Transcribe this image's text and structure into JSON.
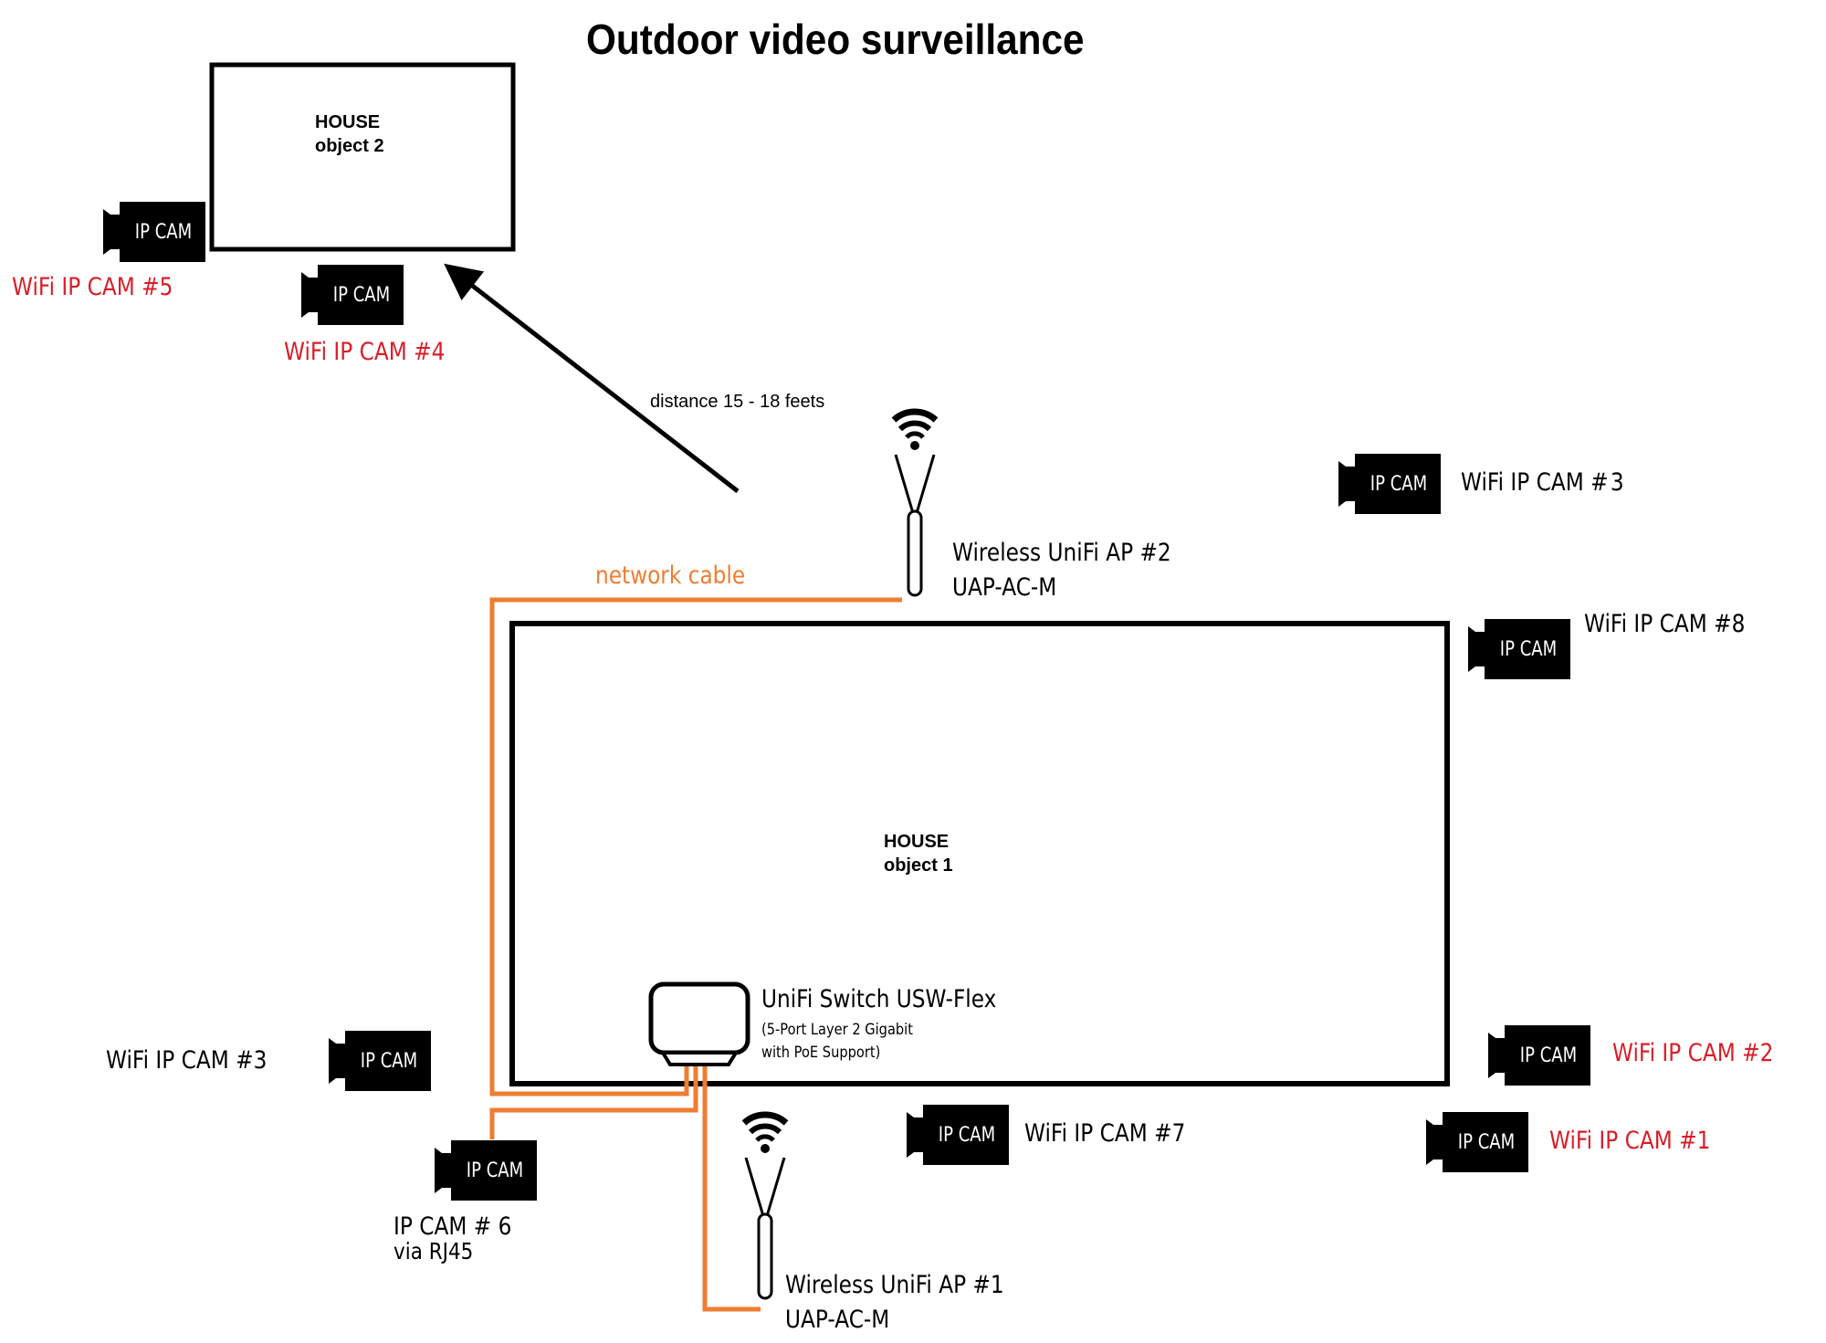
{
  "title": "Outdoor video surveillance",
  "colors": {
    "wifi_cam_label_red": "#d81e28",
    "network_cable_orange": "#ee7d31",
    "outline": "#000000"
  },
  "houses": [
    {
      "id": "house-object-2",
      "line1": "HOUSE",
      "line2": "object 2"
    },
    {
      "id": "house-object-1",
      "line1": "HOUSE",
      "line2": "object 1"
    }
  ],
  "camera_icon_text": "IP CAM",
  "cameras": [
    {
      "id": "cam5",
      "label": "WiFi IP CAM #5",
      "color": "red"
    },
    {
      "id": "cam4",
      "label": "WiFi IP CAM #4",
      "color": "red"
    },
    {
      "id": "cam3-top",
      "label": "WiFi IP CAM # 3",
      "color": "black"
    },
    {
      "id": "cam8",
      "label": "WiFi IP CAM #8",
      "color": "black"
    },
    {
      "id": "cam3-left",
      "label": "WiFi IP CAM #3",
      "color": "black"
    },
    {
      "id": "cam6",
      "label": "IP CAM # 6",
      "sublabel": "via RJ45",
      "color": "black"
    },
    {
      "id": "cam7",
      "label": "WiFi IP CAM #7",
      "color": "black"
    },
    {
      "id": "cam2",
      "label": "WiFi IP CAM #2",
      "color": "red"
    },
    {
      "id": "cam1",
      "label": "WiFi IP CAM #1",
      "color": "red"
    }
  ],
  "access_points": [
    {
      "id": "ap2",
      "line1": "Wireless UniFi AP #2",
      "line2": "UAP-AC-M"
    },
    {
      "id": "ap1",
      "line1": "Wireless UniFi AP #1",
      "line2": "UAP-AC-M"
    }
  ],
  "switch": {
    "name": "UniFi Switch USW-Flex",
    "desc_line1": "(5-Port Layer 2 Gigabit",
    "desc_line2": "with PoE Support)"
  },
  "network_cable_label": "network cable",
  "distance_label": "distance 15 - 18 feets"
}
